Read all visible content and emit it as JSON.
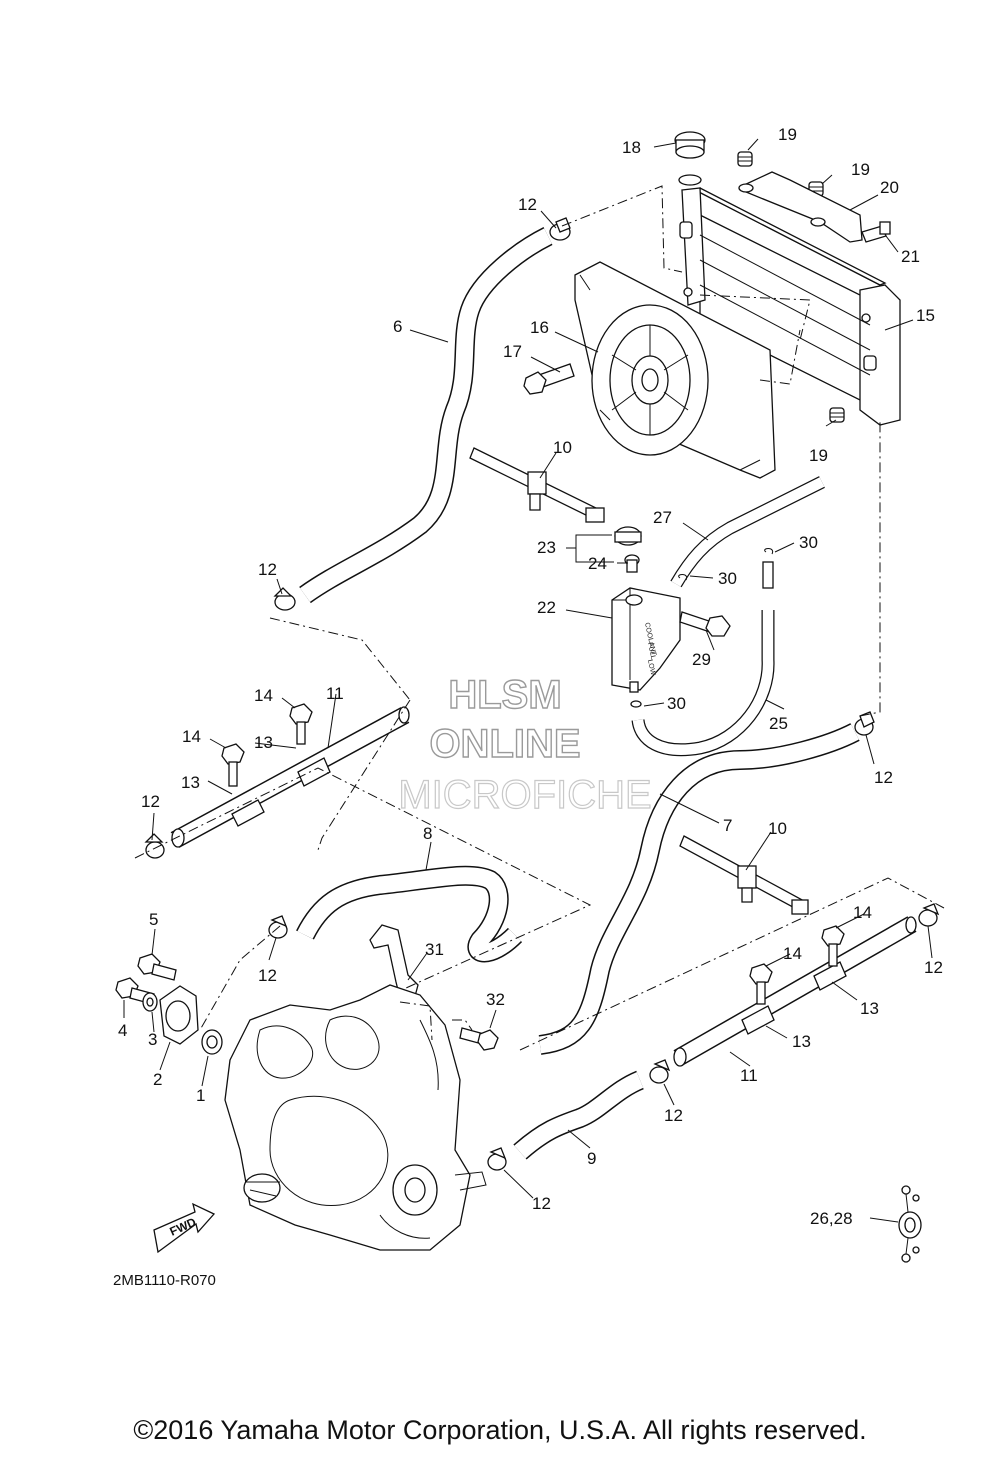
{
  "diagram": {
    "watermark": [
      "HLSM",
      "ONLINE",
      "MICROFICHE"
    ],
    "diagram_code": "2MB1110-R070",
    "copyright": "©2016 Yamaha Motor Corporation, U.S.A. All rights reserved.",
    "fwd_label": "FWD",
    "tank_marks": [
      "COOLANT",
      "FULL",
      "LOW"
    ],
    "callouts": [
      {
        "id": "c18",
        "text": "18"
      },
      {
        "id": "c19a",
        "text": "19"
      },
      {
        "id": "c19b",
        "text": "19"
      },
      {
        "id": "c20",
        "text": "20"
      },
      {
        "id": "c21",
        "text": "21"
      },
      {
        "id": "c12a",
        "text": "12"
      },
      {
        "id": "c15",
        "text": "15"
      },
      {
        "id": "c6",
        "text": "6"
      },
      {
        "id": "c16",
        "text": "16"
      },
      {
        "id": "c17",
        "text": "17"
      },
      {
        "id": "c19c",
        "text": "19"
      },
      {
        "id": "c10a",
        "text": "10"
      },
      {
        "id": "c27",
        "text": "27"
      },
      {
        "id": "c30a",
        "text": "30"
      },
      {
        "id": "c23",
        "text": "23"
      },
      {
        "id": "c24",
        "text": "24"
      },
      {
        "id": "c30b",
        "text": "30"
      },
      {
        "id": "c12b",
        "text": "12"
      },
      {
        "id": "c22",
        "text": "22"
      },
      {
        "id": "c29",
        "text": "29"
      },
      {
        "id": "c14a",
        "text": "14"
      },
      {
        "id": "c11a",
        "text": "11"
      },
      {
        "id": "c30c",
        "text": "30"
      },
      {
        "id": "c14b",
        "text": "14"
      },
      {
        "id": "c13a",
        "text": "13"
      },
      {
        "id": "c25",
        "text": "25"
      },
      {
        "id": "c13b",
        "text": "13"
      },
      {
        "id": "c12c",
        "text": "12"
      },
      {
        "id": "c7",
        "text": "7"
      },
      {
        "id": "c10b",
        "text": "10"
      },
      {
        "id": "c12d",
        "text": "12"
      },
      {
        "id": "c8",
        "text": "8"
      },
      {
        "id": "c5",
        "text": "5"
      },
      {
        "id": "c31",
        "text": "31"
      },
      {
        "id": "c14c",
        "text": "14"
      },
      {
        "id": "c12e",
        "text": "12"
      },
      {
        "id": "c14d",
        "text": "14"
      },
      {
        "id": "c12f",
        "text": "12"
      },
      {
        "id": "c4",
        "text": "4"
      },
      {
        "id": "c3",
        "text": "3"
      },
      {
        "id": "c32",
        "text": "32"
      },
      {
        "id": "c13c",
        "text": "13"
      },
      {
        "id": "c13d",
        "text": "13"
      },
      {
        "id": "c2",
        "text": "2"
      },
      {
        "id": "c11b",
        "text": "11"
      },
      {
        "id": "c1",
        "text": "1"
      },
      {
        "id": "c12g",
        "text": "12"
      },
      {
        "id": "c9",
        "text": "9"
      },
      {
        "id": "c12h",
        "text": "12"
      },
      {
        "id": "c2628",
        "text": "26,28"
      }
    ]
  }
}
